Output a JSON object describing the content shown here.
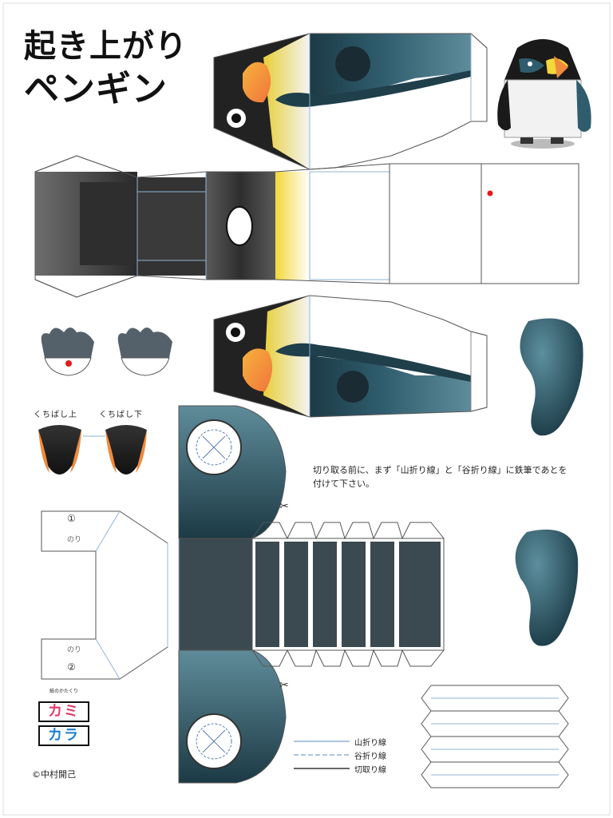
{
  "title": {
    "line1": "起き上がり",
    "line2": "ペンギン"
  },
  "beak_labels": {
    "upper": "くちばし上",
    "lower": "くちばし下"
  },
  "instructions": "切り取る前に、まず「山折り線」と「谷折り線」に鉄筆であとを付けて下さい。",
  "legend": {
    "mountain_fold": "山折り線",
    "valley_fold": "谷折り線",
    "cut_line": "切取り線"
  },
  "tab_markers": {
    "one": "①",
    "two": "②",
    "marker_top": "のり",
    "marker_bottom": "のり"
  },
  "logo": {
    "caption": "紙のかたくり",
    "top": "カミ",
    "bottom": "カラ"
  },
  "credit": "©中村開己",
  "colors": {
    "body_blue": "#2f5d6d",
    "dark_gray": "#3a3a3a",
    "yellow": "#f2d83a",
    "orange": "#f08a3c",
    "fold_line": "#8fb4d6",
    "red_dot": "#e41b1b"
  }
}
